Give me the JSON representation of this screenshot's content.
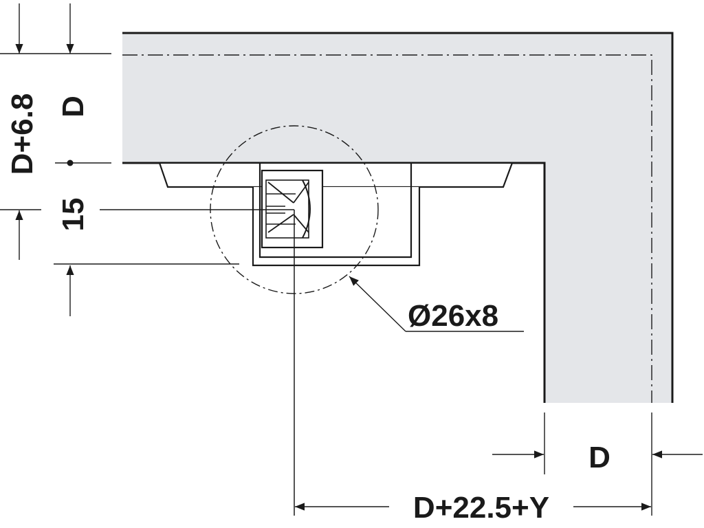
{
  "diagram": {
    "colors": {
      "panel_fill": "#e4e6e9",
      "line": "#1a1a1a",
      "background": "#ffffff"
    },
    "labels": {
      "top_left_vertical": "D+6.8",
      "top_vertical": "D",
      "left_spacing": "15",
      "hole_spec": "Ø26x8",
      "bottom_panel_thickness": "D",
      "bottom_total": "D+22.5+Y"
    }
  }
}
